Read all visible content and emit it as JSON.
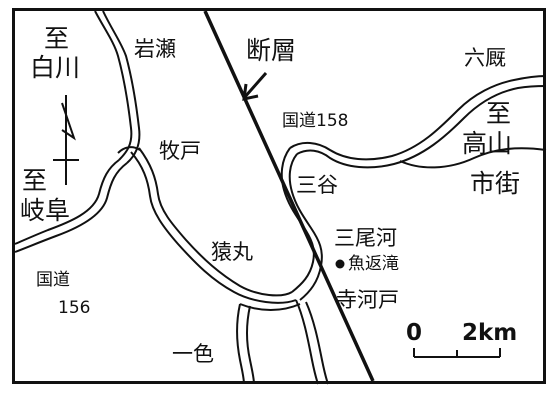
{
  "map": {
    "labels": {
      "to_shirakawa_to": "至",
      "to_shirakawa_place": "白川",
      "iwase": "岩瀬",
      "fault": "断層",
      "rokuumaya": "六厩",
      "route158": "国道158",
      "to_takayama_to": "至",
      "to_takayama_place": "高山",
      "to_takayama_district": "市街",
      "makido": "牧戸",
      "mitani": "三谷",
      "to_gifu_to": "至",
      "to_gifu_place": "岐阜",
      "mioko": "三尾河",
      "sarumaru": "猿丸",
      "uogaeri_falls": "魚返滝",
      "route156_name": "国道",
      "route156_num": "156",
      "teragodo": "寺河戸",
      "isshiki": "一色"
    },
    "scale": {
      "zero": "0",
      "distance": "2km"
    },
    "compass": "north-arrow-icon",
    "colors": {
      "ink": "#111111",
      "background": "#ffffff"
    }
  }
}
